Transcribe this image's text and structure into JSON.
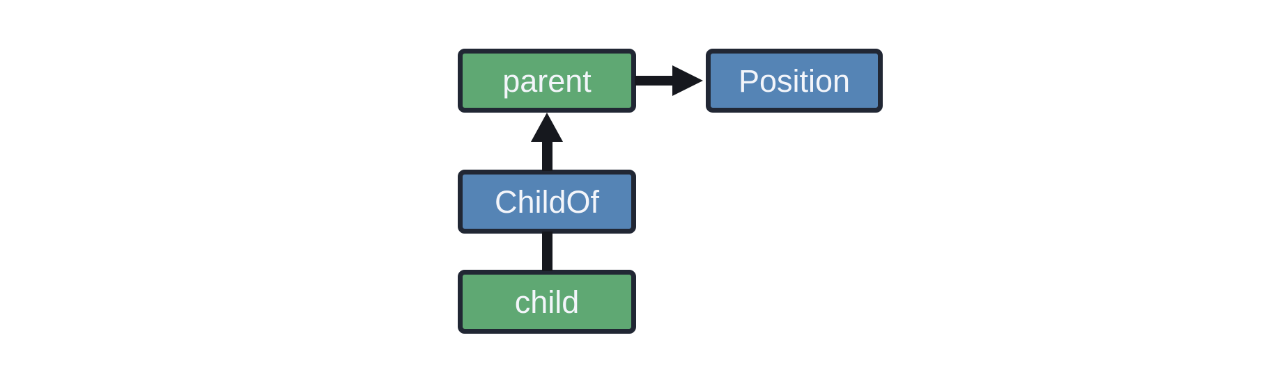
{
  "diagram": {
    "kind": "entity-relationship-graph",
    "nodes": [
      {
        "id": "parent",
        "label": "parent",
        "role": "entity",
        "fill": "#5fa873"
      },
      {
        "id": "position",
        "label": "Position",
        "role": "component",
        "fill": "#5584b5"
      },
      {
        "id": "childof",
        "label": "ChildOf",
        "role": "relationship",
        "fill": "#5584b5"
      },
      {
        "id": "child",
        "label": "child",
        "role": "entity",
        "fill": "#5fa873"
      }
    ],
    "edges": [
      {
        "from": "parent",
        "to": "position",
        "style": "arrow",
        "direction": "right"
      },
      {
        "from": "childof",
        "to": "parent",
        "style": "arrow",
        "direction": "up"
      },
      {
        "from": "child",
        "to": "childof",
        "style": "line",
        "direction": "up"
      }
    ]
  },
  "colors": {
    "background": "#ffffff",
    "entity_fill": "#5fa873",
    "component_fill": "#5584b5",
    "node_border": "#212734",
    "edge": "#16181e",
    "label_text": "#f3f5fa"
  }
}
